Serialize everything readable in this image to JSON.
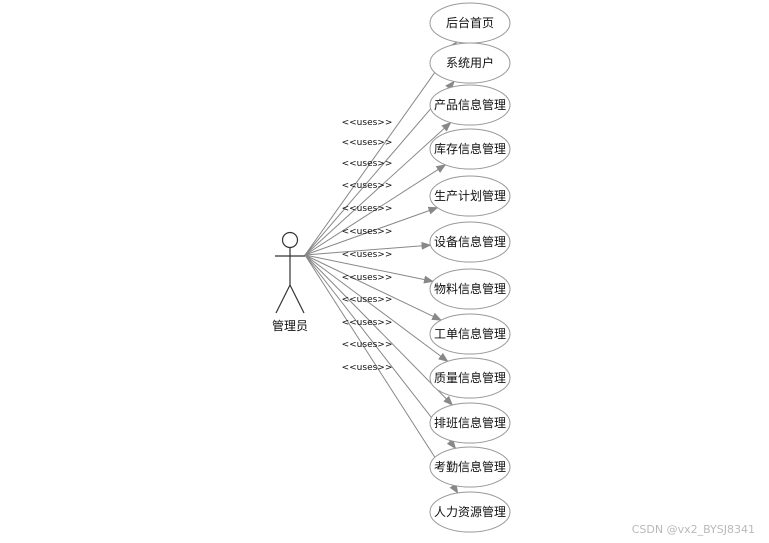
{
  "actor": {
    "name": "管理员"
  },
  "relation_label": "<<uses>>",
  "use_cases": [
    "后台首页",
    "系统用户",
    "产品信息管理",
    "库存信息管理",
    "生产计划管理",
    "设备信息管理",
    "物料信息管理",
    "工单信息管理",
    "质量信息管理",
    "排班信息管理",
    "考勤信息管理",
    "人力资源管理"
  ],
  "watermark": "CSDN @vx2_BYSJ8341"
}
